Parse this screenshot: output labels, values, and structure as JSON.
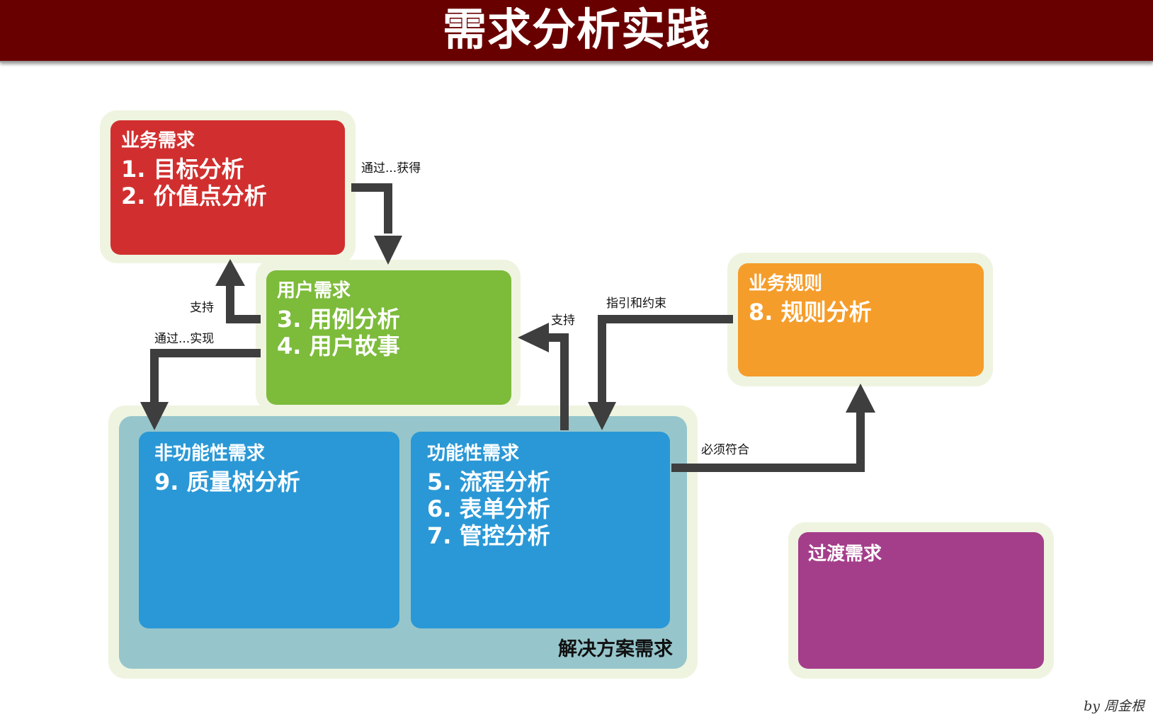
{
  "title": "需求分析实践",
  "credit": "by 周金根",
  "colors": {
    "header": "#690000",
    "business": "#d12f2f",
    "user": "#7dbb3b",
    "rule": "#f59d2b",
    "solution": "#96c6cc",
    "blue": "#2a98d6",
    "transition": "#a43e8a",
    "halo": "#eef4e0",
    "arrow": "#3e3e3e"
  },
  "boxes": {
    "business": {
      "heading": "业务需求",
      "items": [
        "1. 目标分析",
        "2. 价值点分析"
      ]
    },
    "user": {
      "heading": "用户需求",
      "items": [
        "3. 用例分析",
        "4. 用户故事"
      ]
    },
    "rule": {
      "heading": "业务规则",
      "items": [
        "8. 规则分析"
      ]
    },
    "solution": {
      "label": "解决方案需求"
    },
    "nonfunctional": {
      "heading": "非功能性需求",
      "items": [
        "9. 质量树分析"
      ]
    },
    "functional": {
      "heading": "功能性需求",
      "items": [
        "5. 流程分析",
        "6. 表单分析",
        "7. 管控分析"
      ]
    },
    "transition": {
      "heading": "过渡需求"
    }
  },
  "connections": [
    {
      "label": "通过...获得",
      "from": "业务需求",
      "to": "用户需求"
    },
    {
      "label": "支持",
      "from": "用户需求",
      "to": "业务需求"
    },
    {
      "label": "通过...实现",
      "from": "用户需求",
      "to": "非功能性需求"
    },
    {
      "label": "支持",
      "from": "功能性需求",
      "to": "用户需求"
    },
    {
      "label": "指引和约束",
      "from": "业务规则",
      "to": "功能性需求"
    },
    {
      "label": "必须符合",
      "from": "功能性需求",
      "to": "业务规则"
    }
  ]
}
